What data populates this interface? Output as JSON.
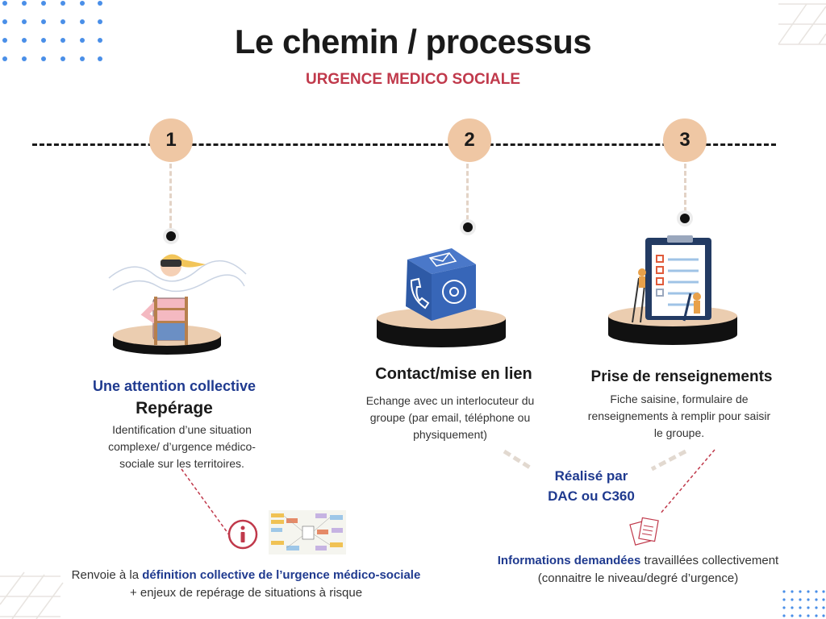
{
  "header": {
    "title": "Le chemin / processus",
    "subtitle": "URGENCE MEDICO SOCIALE"
  },
  "steps": [
    {
      "number": "1",
      "kicker": "Une attention collective",
      "title": "Repérage",
      "description": "Identification d’une situation complexe/ d’urgence médico-sociale sur les territoires."
    },
    {
      "number": "2",
      "title": "Contact/mise en lien",
      "description": "Echange avec un interlocuteur du groupe (par email, téléphone ou physiquement)"
    },
    {
      "number": "3",
      "title": "Prise de renseignements",
      "description": "Fiche saisine, formulaire de renseignements à remplir pour saisir le groupe."
    }
  ],
  "realise": {
    "line1": "Réalisé par",
    "line2": "DAC ou C360"
  },
  "note_left": {
    "prefix": "Renvoie à la ",
    "bold": "définition collective de l’urgence médico-sociale",
    "suffix": " + enjeux de repérage de situations à risque"
  },
  "note_right": {
    "bold": "Informations demandées",
    "suffix": " travaillées collectivement (connaitre le niveau/degré d’urgence)"
  },
  "colors": {
    "accent_red": "#c0394b",
    "accent_blue": "#1f3a8f",
    "step_circle": "#efc7a4",
    "dots_blue": "#4a8fe8"
  },
  "icons": [
    "info-icon",
    "mindmap-thumbnail",
    "documents-icon",
    "phone-icon",
    "email-icon",
    "at-icon",
    "clipboard-icon",
    "binoculars-person-illustration"
  ]
}
